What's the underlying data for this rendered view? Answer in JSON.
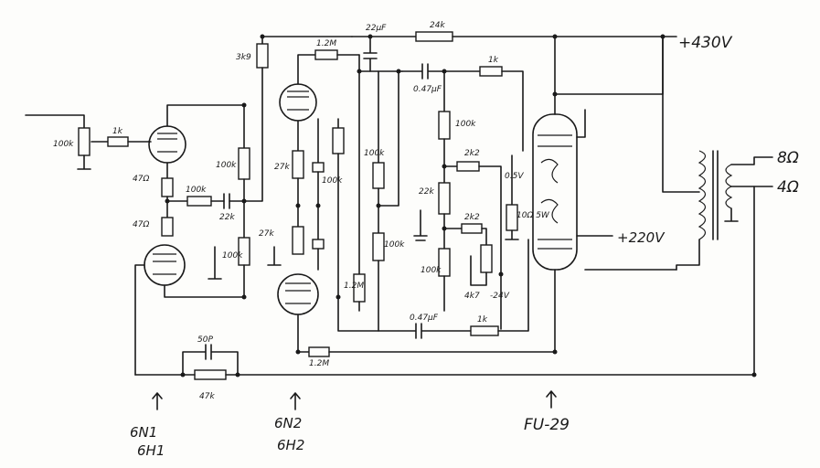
{
  "labels": {
    "b_plus": "+430V",
    "screen_v": "+220V",
    "bias_v": "-24V",
    "out_8": "8Ω",
    "out_4": "4Ω",
    "cathode_v": "0.5V",
    "tube1_a": "6N1",
    "tube1_b": "6H1",
    "tube2_a": "6N2",
    "tube2_b": "6H2",
    "tube3": "FU-29"
  },
  "components": {
    "r_in_pot": "100k",
    "r_grid": "1k",
    "r_k1": "47Ω",
    "r_k2": "47Ω",
    "r_100k_a": "100k",
    "r_22k": "22k",
    "r_22k_b": "22k",
    "r_100k_b": "100k",
    "r_100k_c": "100k",
    "r_3k9": "3k9",
    "r_1m2_top": "1.2M",
    "r_1m2_bot": "1.2M",
    "c_22u": "22μF",
    "r_24k": "24k",
    "c_047_top": "0.47μF",
    "r_1k_top": "1k",
    "r_1k_bot": "1k",
    "c_047_bot": "0.47μF",
    "r_27k": "27k",
    "r_27k_b": "27k",
    "r_100k_d": "100k",
    "r_100k_e": "100k",
    "r_100k_f": "100k",
    "r_100k_g": "100k",
    "r_2k2_a": "2k2",
    "r_2k2_b": "2k2",
    "r_100k_h": "100k",
    "r_4k7": "4k7",
    "r_10_5w": "10Ω 5W",
    "c_fb": "50P",
    "r_fb": "47k",
    "r_1m2_c": "1.2M"
  }
}
